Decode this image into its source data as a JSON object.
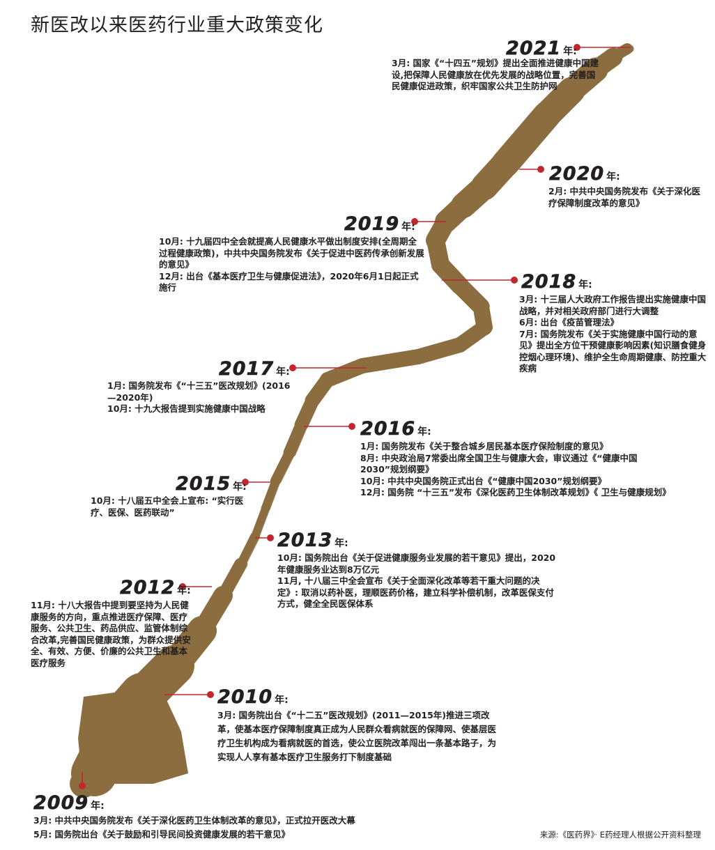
{
  "title": "新医改以来医药行业重大政策变化",
  "suffix": "年:",
  "colors": {
    "stroke": "#8b6d3f",
    "dot": "#c1272d",
    "text": "#231f20"
  },
  "milestones": [
    {
      "year": "2021",
      "events": [
        "3月: 国家《“十四五”规划》提出全面推进健康中国建设,把保障人民健康放在优先发展的战略位置，完善国民健康促进政策，织牢国家公共卫生防护网"
      ]
    },
    {
      "year": "2020",
      "events": [
        "2月: 中共中央国务院发布《关于深化医疗保障制度改革的意见》"
      ]
    },
    {
      "year": "2019",
      "events": [
        "10月: 十九届四中全会就提高人民健康水平做出制度安排(全周期全过程健康政策)，中共中央国务院发布《关于促进中医药传承创新发展的意见》",
        "12月: 出台《基本医疗卫生与健康促进法》，2020年6月1日起正式施行"
      ]
    },
    {
      "year": "2018",
      "events": [
        "3月: 十三届人大政府工作报告提出实施健康中国战略，并对相关政府部门进行大调整",
        "6月: 出台《疫苗管理法》",
        "7月: 国务院发布《关于实施健康中国行动的意见》提出全方位干预健康影响因素(知识膳食健身控烟心理环境)、维护全生命周期健康、防控重大疾病"
      ]
    },
    {
      "year": "2017",
      "events": [
        "1月: 国务院发布《“十三五”医改规划》(2016—2020年)",
        "10月: 十九大报告提到实施健康中国战略"
      ]
    },
    {
      "year": "2016",
      "events": [
        "1月: 国务院发布《关于整合城乡居民基本医疗保险制度的意见》",
        "8月: 中央政治局7常委出席全国卫生与健康大会，审议通过《“健康中国2030”规划纲要》",
        "10月: 中共中央国务院正式出台《“健康中国2030”规划纲要》",
        "12月: 国务院 “十三五”发布《深化医药卫生体制改革规划》《 卫生与健康规划》"
      ]
    },
    {
      "year": "2015",
      "events": [
        "10月: 十八届五中全会上宣布: “实行医疗、医保、医药联动”"
      ]
    },
    {
      "year": "2013",
      "events": [
        "10月: 国务院出台《关于促进健康服务业发展的若干意见》提出，2020年健康服务业达到8万亿元",
        "11月, 十八届三中全会宣布《关于全面深化改革等若干重大问题的决定》: 取消以药补医，理顺医药价格，建立科学补偿机制，改革医保支付方式，健全全民医保体系"
      ]
    },
    {
      "year": "2012",
      "events": [
        "11月: 十八大报告中提到要坚持为人民健康服务的方向，重点推进医疗保障、医疗服务、公共卫生、药品供应、监管体制综合改革,完善国民健康政策，为群众提供安全、有效、方便、价廉的公共卫生和基本医疗服务"
      ]
    },
    {
      "year": "2010",
      "events": [
        "3月: 国务院出台《“十二五”医改规划》(2011—2015年)推进三项改革，使基本医疗保障制度真正成为人民群众看病就医的保障网、使基层医疗卫生机构成为看病就医的首选，使公立医院改革闯出一条基本路子，为实现人人享有基本医疗卫生服务打下制度基础"
      ]
    },
    {
      "year": "2009",
      "events": [
        "3月: 中共中央国务院发布《关于深化医药卫生体制改革的意见》，正式拉开医改大幕",
        "5月: 国务院出台《关于鼓励和引导民间投资健康发展的若干意见》"
      ]
    }
  ],
  "source": "来源:《医药界》· E药经理人根据公开资料整理"
}
